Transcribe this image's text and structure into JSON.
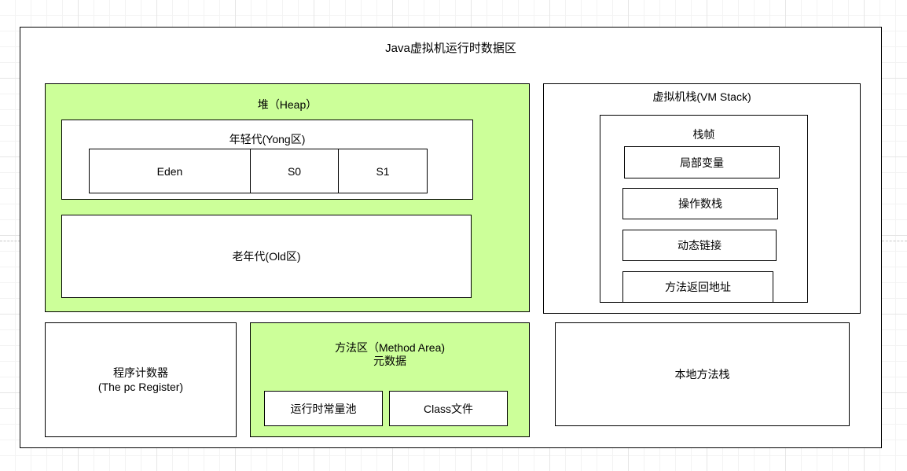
{
  "diagram": {
    "title": "Java虚拟机运行时数据区",
    "heap": {
      "title": "堆（Heap）",
      "young": {
        "title": "年轻代(Yong区)",
        "eden": "Eden",
        "s0": "S0",
        "s1": "S1"
      },
      "old": "老年代(Old区)"
    },
    "vm_stack": {
      "title": "虚拟机栈(VM Stack)",
      "frame": {
        "title": "栈帧",
        "items": [
          "局部变量",
          "操作数栈",
          "动态链接",
          "方法返回地址"
        ]
      }
    },
    "pc_register": {
      "line1": "程序计数器",
      "line2": "(The pc Register)"
    },
    "method_area": {
      "title": "方法区（Method Area)",
      "subtitle": "元数据",
      "runtime_constant_pool": "运行时常量池",
      "class_file": "Class文件"
    },
    "native_stack": "本地方法栈"
  },
  "colors": {
    "green_fill": "#ccff99",
    "border": "#000000"
  }
}
